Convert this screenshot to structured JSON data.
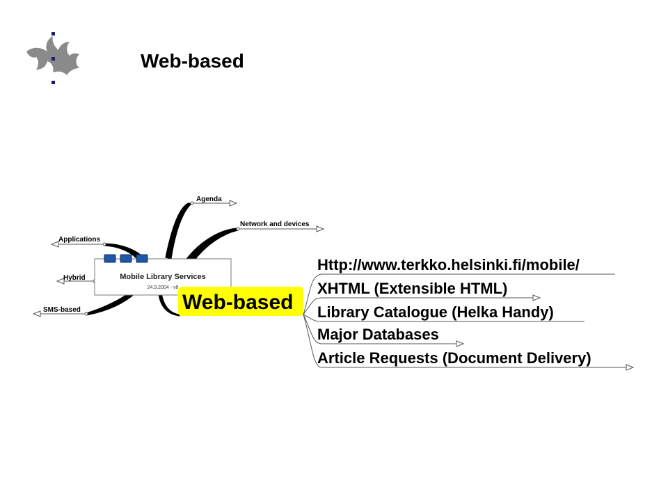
{
  "slide": {
    "title": "Web-based"
  },
  "logo": {
    "icon": "flame-logo-icon",
    "color": "#8a8a8a",
    "dot_color": "#1a1f6e"
  },
  "mindmap": {
    "center": {
      "title": "Mobile Library Services",
      "subtitle": "24.9.2004 - v8"
    },
    "left_branches": [
      "Applications",
      "Hybrid",
      "SMS-based"
    ],
    "top_branches": [
      "Agenda",
      "Network and devices"
    ],
    "focus": {
      "label": "Web-based",
      "highlight_color": "#ffff00"
    },
    "sub_items": [
      "Http://www.terkko.helsinki.fi/mobile/",
      "XHTML (Extensible HTML)",
      "Library Catalogue (Helka Handy)",
      "Major Databases",
      "Article Requests (Document Delivery)"
    ]
  }
}
